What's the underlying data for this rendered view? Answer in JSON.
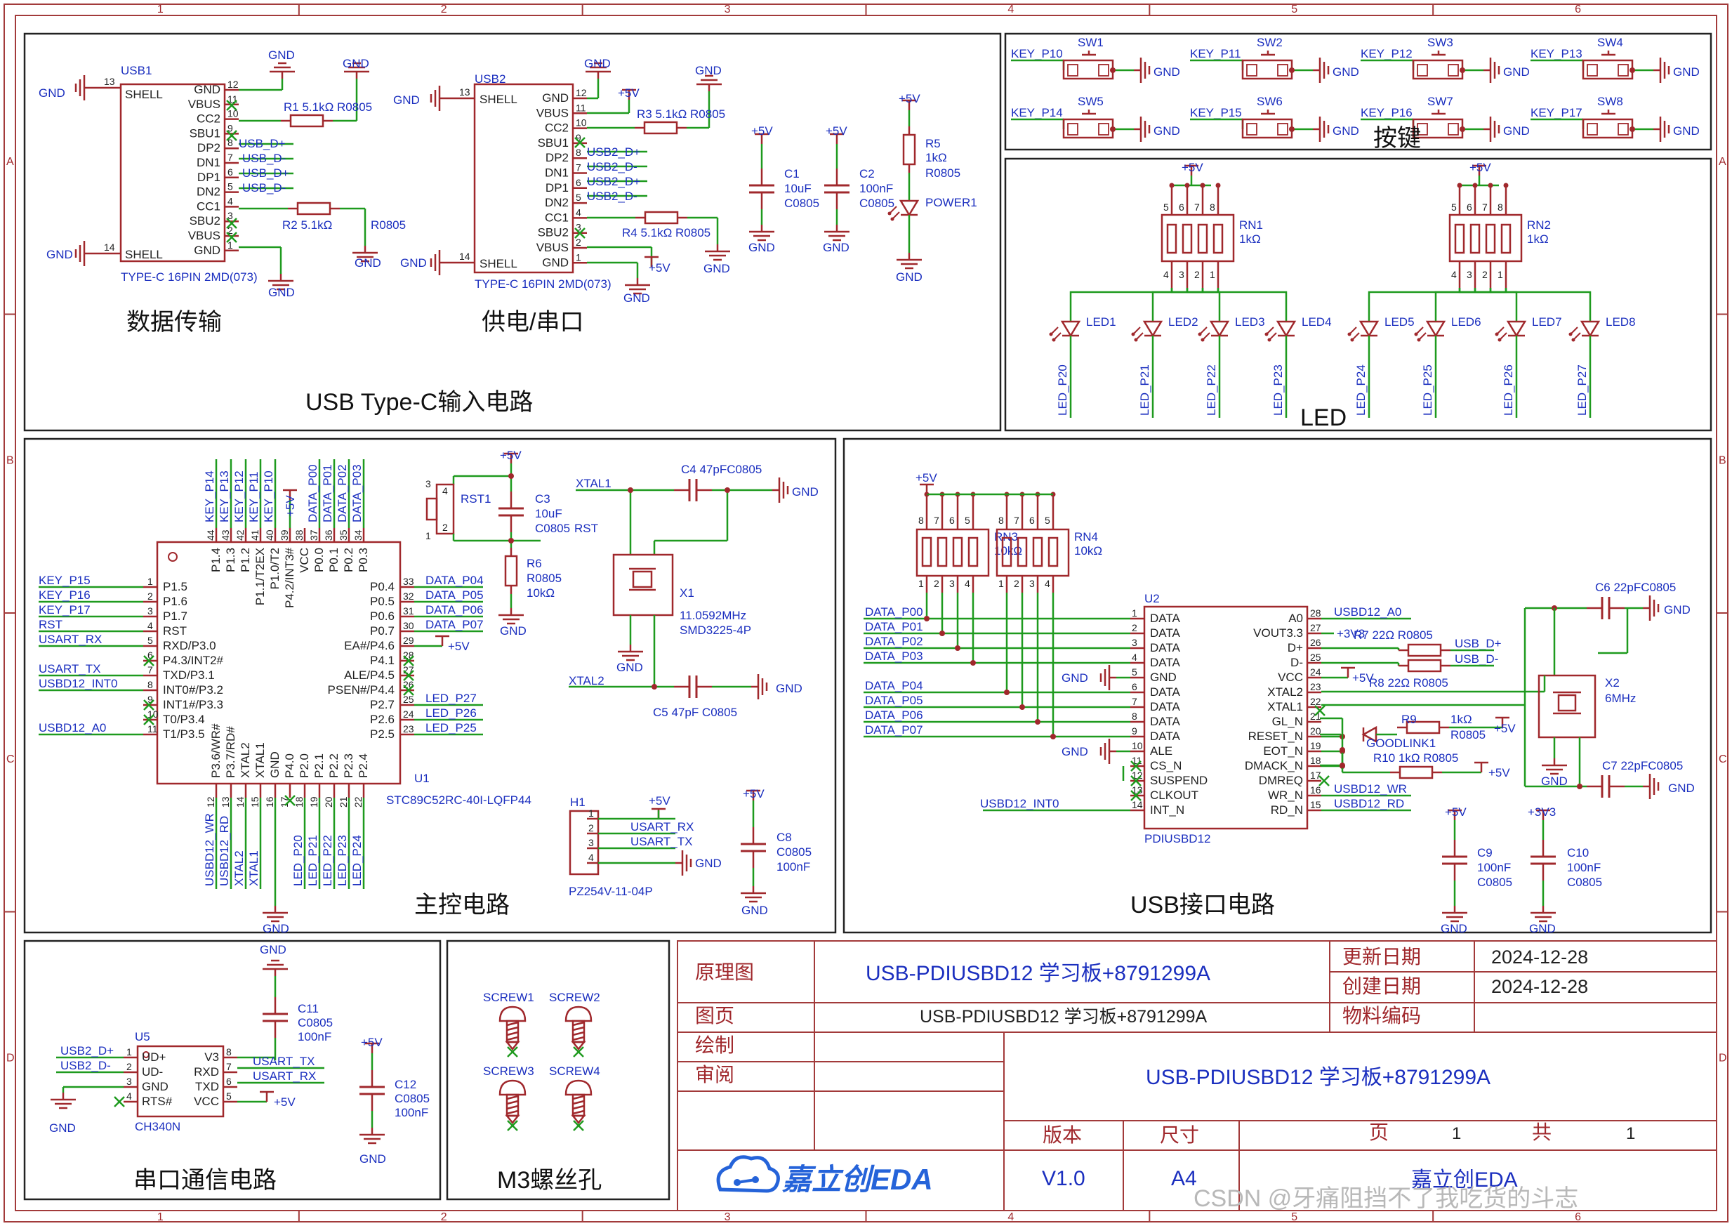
{
  "sections": {
    "usb_data": "数据传输",
    "usb_power": "供电/串口",
    "usb_input": "USB Type-C输入电路",
    "keys": "按键",
    "led": "LED",
    "mcu": "主控电路",
    "usb_if": "USB接口电路",
    "serial": "串口通信电路",
    "screw": "M3螺丝孔"
  },
  "ruler": {
    "cols": [
      "1",
      "2",
      "3",
      "4",
      "5",
      "6"
    ],
    "rows": [
      "A",
      "B",
      "C",
      "D"
    ]
  },
  "usb1": {
    "ref": "USB1",
    "value": "TYPE-C 16PIN 2MD(073)",
    "pins_left": [
      "SHELL",
      "SHELL"
    ],
    "pins_right": [
      "GND",
      "VBUS",
      "CC2",
      "SBU1",
      "DP2",
      "DN1",
      "DP1",
      "DN2",
      "CC1",
      "SBU2",
      "VBUS",
      "GND"
    ],
    "nets": [
      "USB_D+",
      "USB_D-",
      "USB_D+",
      "USB_D-"
    ],
    "r1": "R1  5.1kΩ R0805",
    "r2": "R2     5.1kΩ",
    "r2pkg": "R0805"
  },
  "usb2": {
    "ref": "USB2",
    "value": "TYPE-C 16PIN 2MD(073)",
    "pins_right": [
      "GND",
      "VBUS",
      "CC2",
      "SBU1",
      "DP2",
      "DN1",
      "DP1",
      "DN2",
      "CC1",
      "SBU2",
      "VBUS",
      "GND"
    ],
    "nets": [
      "USB2_D+",
      "USB2_D-",
      "USB2_D+",
      "USB2_D-"
    ],
    "r3": "R3  5.1kΩ R0805",
    "r4": "R4  5.1kΩ R0805"
  },
  "caps_top": [
    {
      "ref": "C1",
      "val": "10uF",
      "pkg": "C0805"
    },
    {
      "ref": "C2",
      "val": "100nF",
      "pkg": "C0805"
    }
  ],
  "power_led": {
    "ref": "R5",
    "val": "1kΩ",
    "pkg": "R0805",
    "led": "POWER1"
  },
  "common": {
    "gnd": "GND",
    "vcc": "+5V",
    "v33": "+3V3"
  },
  "switches": [
    {
      "ref": "SW1",
      "net": "KEY_P10"
    },
    {
      "ref": "SW2",
      "net": "KEY_P11"
    },
    {
      "ref": "SW3",
      "net": "KEY_P12"
    },
    {
      "ref": "SW4",
      "net": "KEY_P13"
    },
    {
      "ref": "SW5",
      "net": "KEY_P14"
    },
    {
      "ref": "SW6",
      "net": "KEY_P15"
    },
    {
      "ref": "SW7",
      "net": "KEY_P16"
    },
    {
      "ref": "SW8",
      "net": "KEY_P17"
    }
  ],
  "rn": [
    {
      "ref": "RN1",
      "val": "1kΩ"
    },
    {
      "ref": "RN2",
      "val": "1kΩ"
    }
  ],
  "leds": [
    {
      "ref": "LED1",
      "net": "LED_P20"
    },
    {
      "ref": "LED2",
      "net": "LED_P21"
    },
    {
      "ref": "LED3",
      "net": "LED_P22"
    },
    {
      "ref": "LED4",
      "net": "LED_P23"
    },
    {
      "ref": "LED5",
      "net": "LED_P24"
    },
    {
      "ref": "LED6",
      "net": "LED_P25"
    },
    {
      "ref": "LED7",
      "net": "LED_P26"
    },
    {
      "ref": "LED8",
      "net": "LED_P27"
    }
  ],
  "mcu": {
    "ref": "U1",
    "value": "STC89C52RC-40I-LQFP44",
    "left_nets": [
      "KEY_P15",
      "KEY_P16",
      "KEY_P17",
      "RST",
      "USART_RX",
      "",
      "USART_TX",
      "USBD12_INT0",
      "",
      "",
      "USBD12_A0"
    ],
    "left_pins": [
      "P1.5",
      "P1.6",
      "P1.7",
      "RST",
      "RXD/P3.0",
      "P4.3/INT2#",
      "TXD/P3.1",
      "INT0#/P3.2",
      "INT1#/P3.3",
      "T0/P3.4",
      "T1/P3.5"
    ],
    "top_nets": [
      "KEY_P14",
      "KEY_P13",
      "KEY_P12",
      "KEY_P11",
      "KEY_P10",
      "+5V",
      "DATA_P00",
      "DATA_P01",
      "DATA_P02",
      "DATA_P03"
    ],
    "top_pins": [
      "P1.4",
      "P1.3",
      "P1.2",
      "P1.1/T2EX",
      "P1.0/T2",
      "P4.2/INT3#",
      "VCC",
      "P0.0",
      "P0.1",
      "P0.2",
      "P0.3"
    ],
    "right_pins": [
      "P0.4",
      "P0.5",
      "P0.6",
      "P0.7",
      "EA#/P4.6",
      "P4.1",
      "ALE/P4.5",
      "PSEN#/P4.4",
      "P2.7",
      "P2.6",
      "P2.5"
    ],
    "right_nets": [
      "DATA_P04",
      "DATA_P05",
      "DATA_P06",
      "DATA_P07",
      "+5V",
      "",
      "",
      "",
      "LED_P27",
      "LED_P26",
      "LED_P25"
    ],
    "bottom_pins": [
      "P3.6/WR#",
      "P3.7/RD#",
      "XTAL2",
      "XTAL1",
      "GND",
      "P4.0",
      "P2.0",
      "P2.1",
      "P2.2",
      "P2.3",
      "P2.4"
    ],
    "bottom_nets": [
      "USBD12_WR",
      "USBD12_RD",
      "XTAL2",
      "XTAL1",
      "",
      "",
      "LED_P20",
      "LED_P21",
      "LED_P22",
      "LED_P23",
      "LED_P24"
    ]
  },
  "reset": {
    "ref": "RST1",
    "cap": "C3",
    "cap_val": "10uF",
    "cap_pkg": "C0805",
    "net": "RST",
    "r": "R6",
    "r_pkg": "R0805",
    "r_val": "10kΩ"
  },
  "xtal1": {
    "c4": "C4  47pFC0805",
    "c5": "C5  47pF   C0805",
    "ref": "X1",
    "freq": "11.0592MHz",
    "pkg": "SMD3225-4P",
    "net1": "XTAL1",
    "net2": "XTAL2"
  },
  "header": {
    "ref": "H1",
    "value": "PZ254V-11-04P",
    "nets": [
      "+5V",
      "USART_RX",
      "USART_TX",
      "GND"
    ]
  },
  "c8": {
    "ref": "C8",
    "pkg": "C0805",
    "val": "100nF"
  },
  "rn_usb": [
    {
      "ref": "RN3",
      "val": "10kΩ"
    },
    {
      "ref": "RN4",
      "val": "10kΩ"
    }
  ],
  "pdiusbd12": {
    "ref": "U2",
    "value": "PDIUSBD12",
    "left_pins": [
      "DATA",
      "DATA",
      "DATA",
      "DATA",
      "GND",
      "DATA",
      "DATA",
      "DATA",
      "DATA",
      "ALE",
      "CS_N",
      "SUSPEND",
      "CLKOUT",
      "INT_N"
    ],
    "left_nets": [
      "DATA_P00",
      "DATA_P01",
      "DATA_P02",
      "DATA_P03",
      "GND",
      "DATA_P04",
      "DATA_P05",
      "DATA_P06",
      "DATA_P07",
      "GND",
      "",
      "",
      "",
      "USBD12_INT0"
    ],
    "right_pins": [
      "A0",
      "VOUT3.3",
      "D+",
      "D-",
      "VCC",
      "XTAL2",
      "XTAL1",
      "GL_N",
      "RESET_N",
      "EOT_N",
      "DMACK_N",
      "DMREQ",
      "WR_N",
      "RD_N"
    ],
    "right_nets": [
      "USBD12_A0",
      "+3V3",
      "USB_D+",
      "USB_D-",
      "+5V",
      "",
      "",
      "",
      "",
      "",
      "+5V",
      "",
      "USBD12_WR",
      "USBD12_RD"
    ],
    "r7": "R7  22Ω R0805",
    "r8": "R8  22Ω R0805",
    "r9": "R9",
    "r9_val": "1kΩ",
    "r9_pkg": "R0805",
    "goodlink": "GOODLINK1",
    "r10": "R10  1kΩ  R0805"
  },
  "xtal2": {
    "c6": "C6  22pFC0805",
    "c7": "C7  22pFC0805",
    "ref": "X2",
    "freq": "6MHz"
  },
  "c9": {
    "ref": "C9",
    "val": "100nF",
    "pkg": "C0805"
  },
  "c10": {
    "ref": "C10",
    "val": "100nF",
    "pkg": "C0805"
  },
  "ch340": {
    "ref": "U5",
    "value": "CH340N",
    "left_pins": [
      "UD+",
      "UD-",
      "GND",
      "RTS#"
    ],
    "right_pins": [
      "V3",
      "RXD",
      "TXD",
      "VCC"
    ],
    "nets_left": [
      "USB2_D+",
      "USB2_D-"
    ],
    "nets_right": [
      "USART_TX",
      "USART_RX",
      "+5V"
    ],
    "c11": {
      "ref": "C11",
      "pkg": "C0805",
      "val": "100nF"
    },
    "c12": {
      "ref": "C12",
      "pkg": "C0805",
      "val": "100nF"
    }
  },
  "screws": [
    "SCREW1",
    "SCREW2",
    "SCREW3",
    "SCREW4"
  ],
  "titleblock": {
    "k_schematic": "原理图",
    "v_schematic": "USB-PDIUSBD12 学习板+8791299A",
    "k_page": "图页",
    "v_page": "USB-PDIUSBD12 学习板+8791299A",
    "k_draw": "绘制",
    "k_review": "审阅",
    "k_updated": "更新日期",
    "v_updated": "2024-12-28",
    "k_created": "创建日期",
    "v_created": "2024-12-28",
    "k_part": "物料编码",
    "big_title": "USB-PDIUSBD12 学习板+8791299A",
    "k_version": "版本",
    "k_size": "尺寸",
    "k_pageno": "页",
    "v_pageno": "1",
    "k_total": "共",
    "v_total": "1",
    "v_version": "V1.0",
    "v_size": "A4",
    "company": "嘉立创EDA",
    "logo": "嘉立创EDA"
  },
  "watermark": "CSDN @牙痛阻挡不了我吃货的斗志"
}
